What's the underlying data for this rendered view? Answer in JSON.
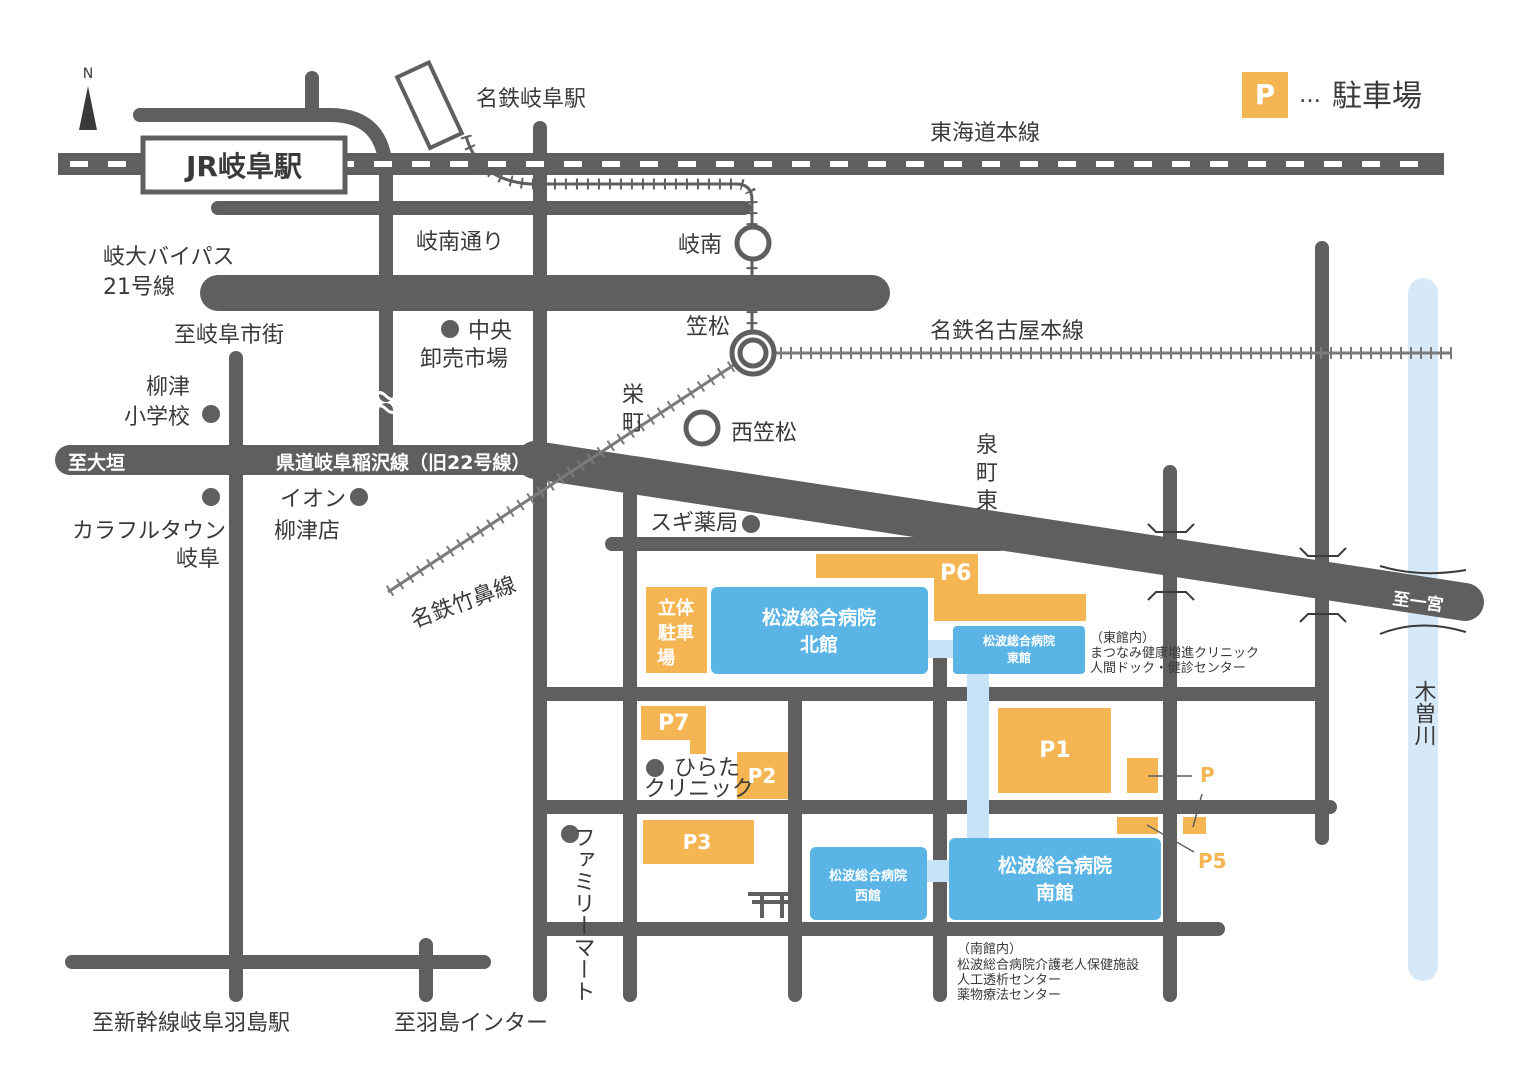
{
  "colors": {
    "road": "#5f5f5f",
    "parking": "#f5b552",
    "hospital": "#5ab4e5",
    "river": "#d6e9f8",
    "connector": "#c6e3f7",
    "text": "#3a3a3a"
  },
  "icons": {
    "north": "north-arrow-icon",
    "station": "station-circle-icon",
    "poi": "dot-icon",
    "shrine": "torii-icon"
  },
  "compass": {
    "label": "N"
  },
  "legend": {
    "symbol": "P",
    "dots": "…",
    "label": "駐車場"
  },
  "stations": {
    "jr_gifu": "JR岐阜駅",
    "meitetsu_gifu": "名鉄岐阜駅",
    "ginan": "岐南",
    "kasamatsu": "笠松",
    "nishi_kasamatsu": "西笠松"
  },
  "lines": {
    "tokaido": "東海道本線",
    "nagoya_main": "名鉄名古屋本線",
    "takehana": "名鉄竹鼻線"
  },
  "roads": {
    "ginan_dori": "岐南通り",
    "bypass_1": "岐大バイパス",
    "bypass_2": "21号線",
    "to_gifu_city": "至岐阜市街",
    "kendo": "県道岐阜稲沢線（旧22号線）",
    "to_ogaki": "至大垣",
    "to_ichinomiya": "至一宮",
    "to_shinkansen": "至新幹線岐阜羽島駅",
    "to_hashima_ic": "至羽島インター"
  },
  "places": {
    "market_1": "中央",
    "market_2": "卸売市場",
    "yanaizu_1": "柳津",
    "yanaizu_2": "小学校",
    "sakaemachi_1": "栄",
    "sakaemachi_2": "町",
    "izumimachi_1": "泉",
    "izumimachi_2": "町",
    "izumimachi_3": "東",
    "aeon_1": "イオン",
    "aeon_2": "柳津店",
    "colorful_1": "カラフルタウン",
    "colorful_2": "岐阜",
    "sugi": "スギ薬局",
    "hirata_1": "ひらた",
    "hirata_2": "クリニック",
    "familymart": "ファミリーマート",
    "river": "木曽川"
  },
  "parking": {
    "p1": "P1",
    "p2": "P2",
    "p3": "P3",
    "p5": "P5",
    "p6": "P6",
    "p7": "P7",
    "p": "P",
    "multi_1": "立体",
    "multi_2": "駐車",
    "multi_3": "場"
  },
  "hospital": {
    "north_1": "松波総合病院",
    "north_2": "北館",
    "east_1": "松波総合病院",
    "east_2": "東館",
    "south_1": "松波総合病院",
    "south_2": "南館",
    "west_1": "松波総合病院",
    "west_2": "西館"
  },
  "notes": {
    "east_1": "（東館内）",
    "east_2": "まつなみ健康増進クリニック",
    "east_3": "人間ドック・健診センター",
    "south_1": "（南館内）",
    "south_2": "松波総合病院介護老人保健施設",
    "south_3": "人工透析センター",
    "south_4": "薬物療法センター"
  }
}
